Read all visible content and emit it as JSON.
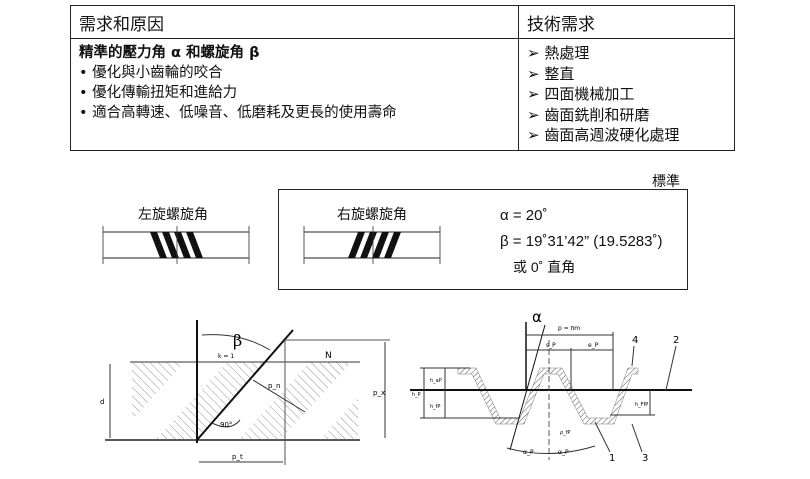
{
  "table": {
    "headers": [
      "需求和原因",
      "技術需求"
    ],
    "left_title": "精準的壓力角 α 和螺旋角 β",
    "left_items": [
      "優化與小齒輪的咬合",
      "優化傳輸扭矩和進給力",
      "適合高轉速、低噪音、低磨耗及更長的使用壽命"
    ],
    "right_items": [
      "熱處理",
      "整直",
      "四面機械加工",
      "齒面銑削和研磨",
      "齒面高週波硬化處理"
    ]
  },
  "standard_label": "標準",
  "left_helix_label": "左旋螺旋角",
  "right_helix_label": "右旋螺旋角",
  "formulas": {
    "alpha": "α = 20˚",
    "beta": "β = 19˚31’42” (19.5283˚)",
    "alt": "或  0˚ 直角"
  },
  "diagram1": {
    "beta": "β",
    "n": "N",
    "k1": "k = 1",
    "pt": "p_t",
    "pn": "p_n",
    "px": "p_x",
    "d": "d",
    "angle": "90°"
  },
  "diagram2": {
    "alpha": "α",
    "pitch": "p = πm",
    "sp": "s_P",
    "ep": "e_P",
    "hap": "h_aP",
    "hfp": "h_fP",
    "hp": "h_P",
    "hffp": "h_FfP",
    "rho": "ρ_fP",
    "alphap": "α_P",
    "callouts": [
      "1",
      "2",
      "3",
      "4"
    ]
  }
}
